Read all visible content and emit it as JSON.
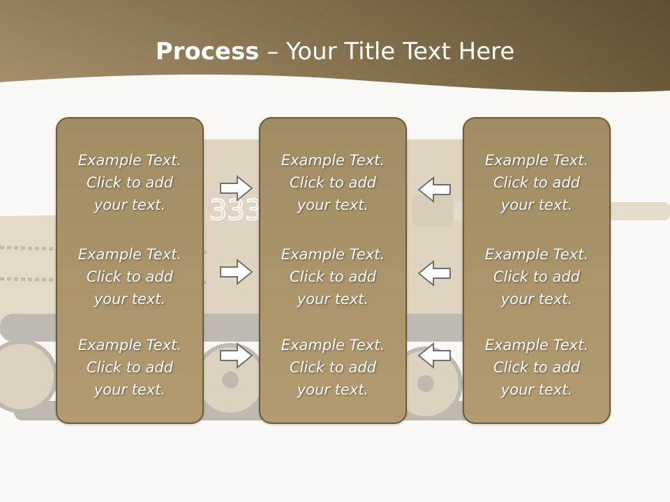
{
  "header": {
    "title_bold": "Process",
    "title_rest": " – Your Title Text Here"
  },
  "colors": {
    "header_dark": "#6b5a3a",
    "header_light": "#a6916a",
    "panel_fill": "#a89168",
    "panel_border": "#6b5a3a",
    "background": "#faf8f4"
  },
  "panels": [
    {
      "items": [
        {
          "line1": "Example Text.",
          "line2": "Click  to add",
          "line3": "your text."
        },
        {
          "line1": "Example Text.",
          "line2": "Click  to add",
          "line3": "your text."
        },
        {
          "line1": "Example Text.",
          "line2": "Click  to add",
          "line3": "your text."
        }
      ]
    },
    {
      "items": [
        {
          "line1": "Example Text.",
          "line2": "Click  to add",
          "line3": "your text."
        },
        {
          "line1": "Example Text.",
          "line2": "Click  to add",
          "line3": "your text."
        },
        {
          "line1": "Example Text.",
          "line2": "Click  to add",
          "line3": "your text."
        }
      ]
    },
    {
      "items": [
        {
          "line1": "Example Text.",
          "line2": "Click  to add",
          "line3": "your text."
        },
        {
          "line1": "Example Text.",
          "line2": "Click  to add",
          "line3": "your text."
        },
        {
          "line1": "Example Text.",
          "line2": "Click  to add",
          "line3": "your text."
        }
      ]
    }
  ],
  "arrows": {
    "left_group": "arrow-right-icon",
    "right_group": "arrow-left-icon"
  }
}
